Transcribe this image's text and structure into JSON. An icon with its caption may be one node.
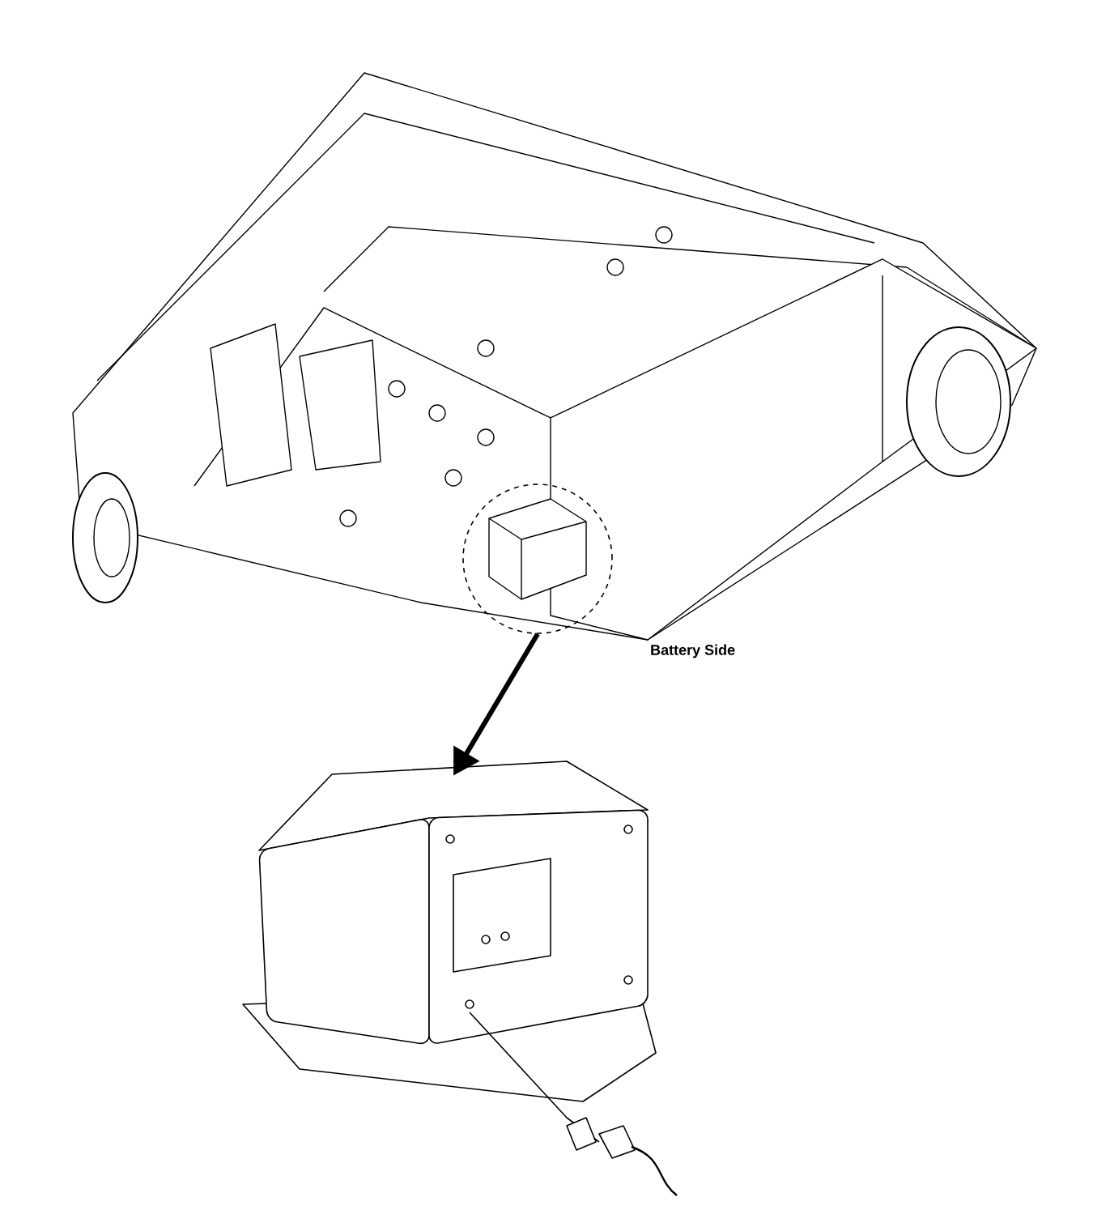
{
  "diagram": {
    "nodes": [
      {
        "text": [],
        "shape": "circle"
      },
      {
        "text": [],
        "shape": "picture"
      }
    ],
    "edges": [
      {
        "from": 0,
        "to": 1,
        "arrow": "to"
      }
    ],
    "labels": [
      "Battery Side"
    ]
  }
}
